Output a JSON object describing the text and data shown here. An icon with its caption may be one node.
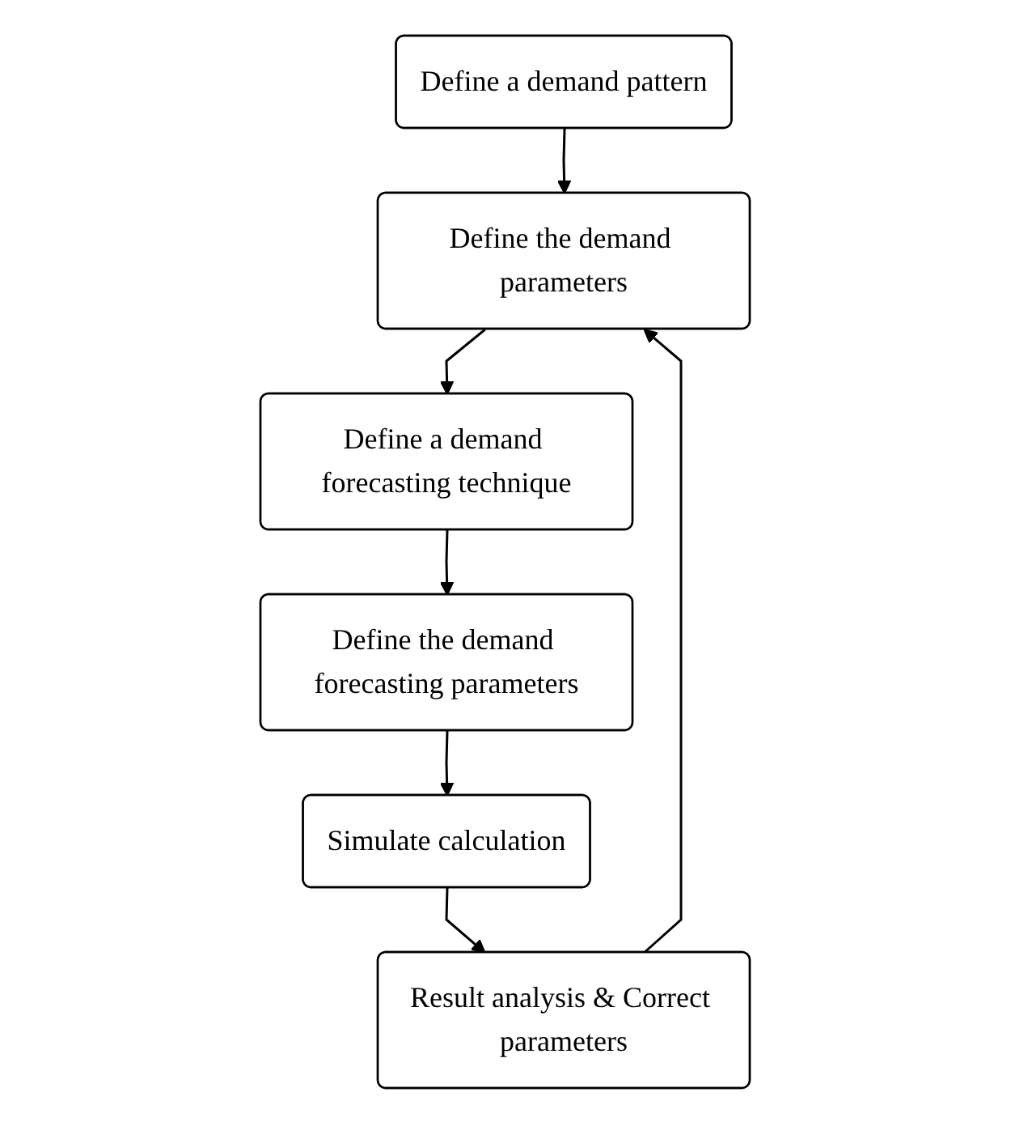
{
  "diagram": {
    "nodes": [
      {
        "text": [
          "Define a demand pattern"
        ]
      },
      {
        "text": [
          "Define the demand parameters"
        ]
      },
      {
        "text": [
          "Define a demand forecasting technique"
        ]
      },
      {
        "text": [
          "Define the demand forecasting parameters"
        ]
      },
      {
        "text": [
          "Simulate calculation"
        ]
      },
      {
        "text": [
          "Result analysis & Correct parameters"
        ]
      }
    ],
    "edges": [
      {
        "from": 0,
        "to": 1,
        "arrow": "to"
      },
      {
        "from": 1,
        "to": 2,
        "arrow": "to"
      },
      {
        "from": 2,
        "to": 3,
        "arrow": "to"
      },
      {
        "from": 3,
        "to": 4,
        "arrow": "to"
      },
      {
        "from": 4,
        "to": 5,
        "arrow": "to"
      },
      {
        "from": 5,
        "to": 1,
        "arrow": "to"
      }
    ]
  }
}
